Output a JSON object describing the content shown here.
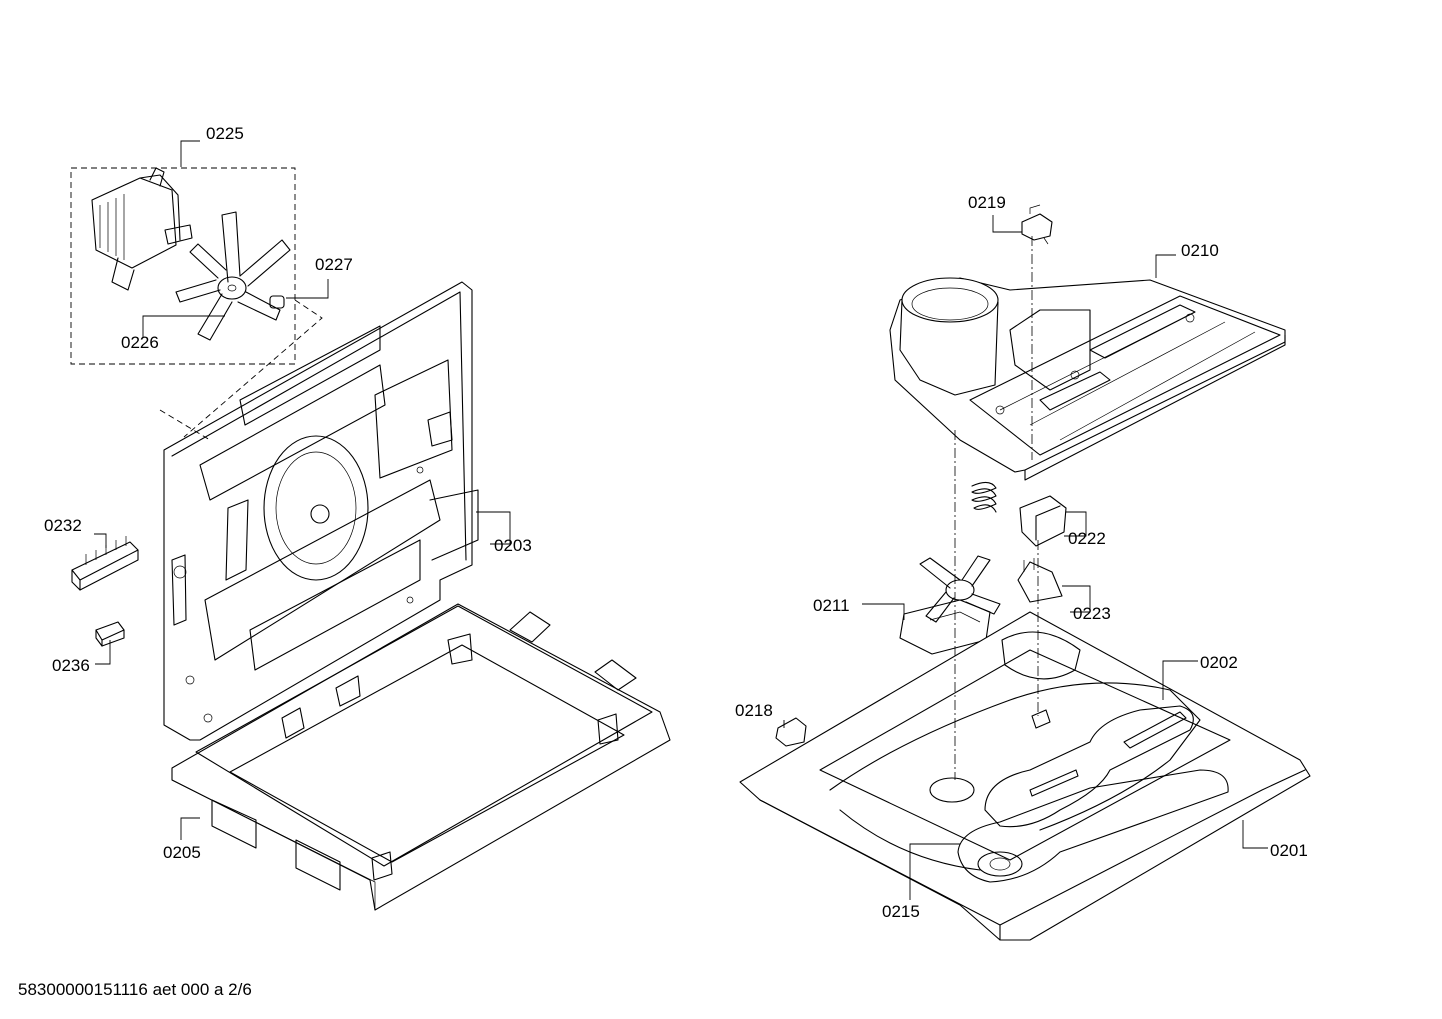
{
  "labels": {
    "p0225": "0225",
    "p0226": "0226",
    "p0227": "0227",
    "p0232": "0232",
    "p0236": "0236",
    "p0203": "0203",
    "p0205": "0205",
    "p0219": "0219",
    "p0210": "0210",
    "p0222": "0222",
    "p0211": "0211",
    "p0223": "0223",
    "p0218": "0218",
    "p0202": "0202",
    "p0201": "0201",
    "p0215": "0215"
  },
  "footer": {
    "document_ref": "58300000151116 aet 000 a 2/6"
  }
}
